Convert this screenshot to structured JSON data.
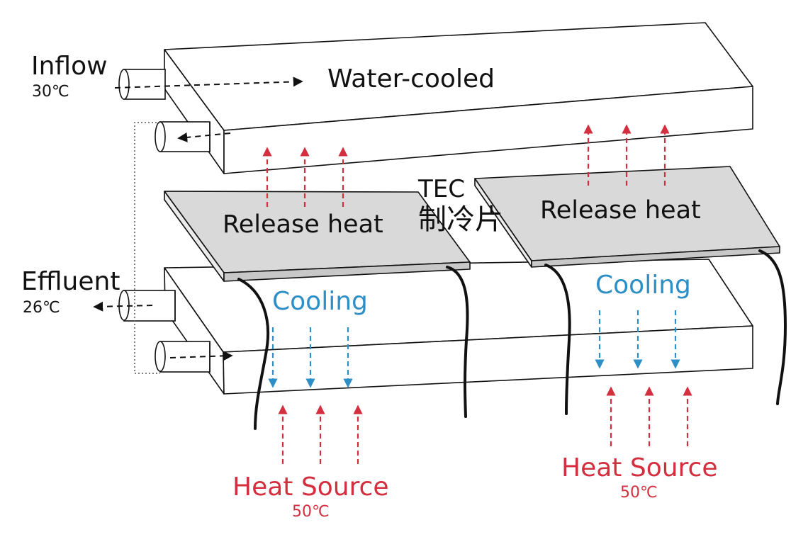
{
  "colors": {
    "heat_arrow": "#d32f3f",
    "cool_arrow": "#2e8fc6",
    "plate_fill": "#ffffff",
    "tec_fill": "#d9d9d9",
    "outline": "#111111",
    "cable": "#111111"
  },
  "labels": {
    "inflow": "Inflow",
    "inflow_temp": "30℃",
    "effluent": "Effluent",
    "effluent_temp": "26℃",
    "water_cooled": "Water-cooled",
    "tec": "TEC",
    "tec_cn": "制冷片",
    "release_heat_left": "Release heat",
    "release_heat_right": "Release heat",
    "cooling_left": "Cooling",
    "cooling_right": "Cooling",
    "heat_source_left": "Heat Source",
    "heat_source_left_temp": "50℃",
    "heat_source_right": "Heat Source",
    "heat_source_right_temp": "50℃"
  }
}
